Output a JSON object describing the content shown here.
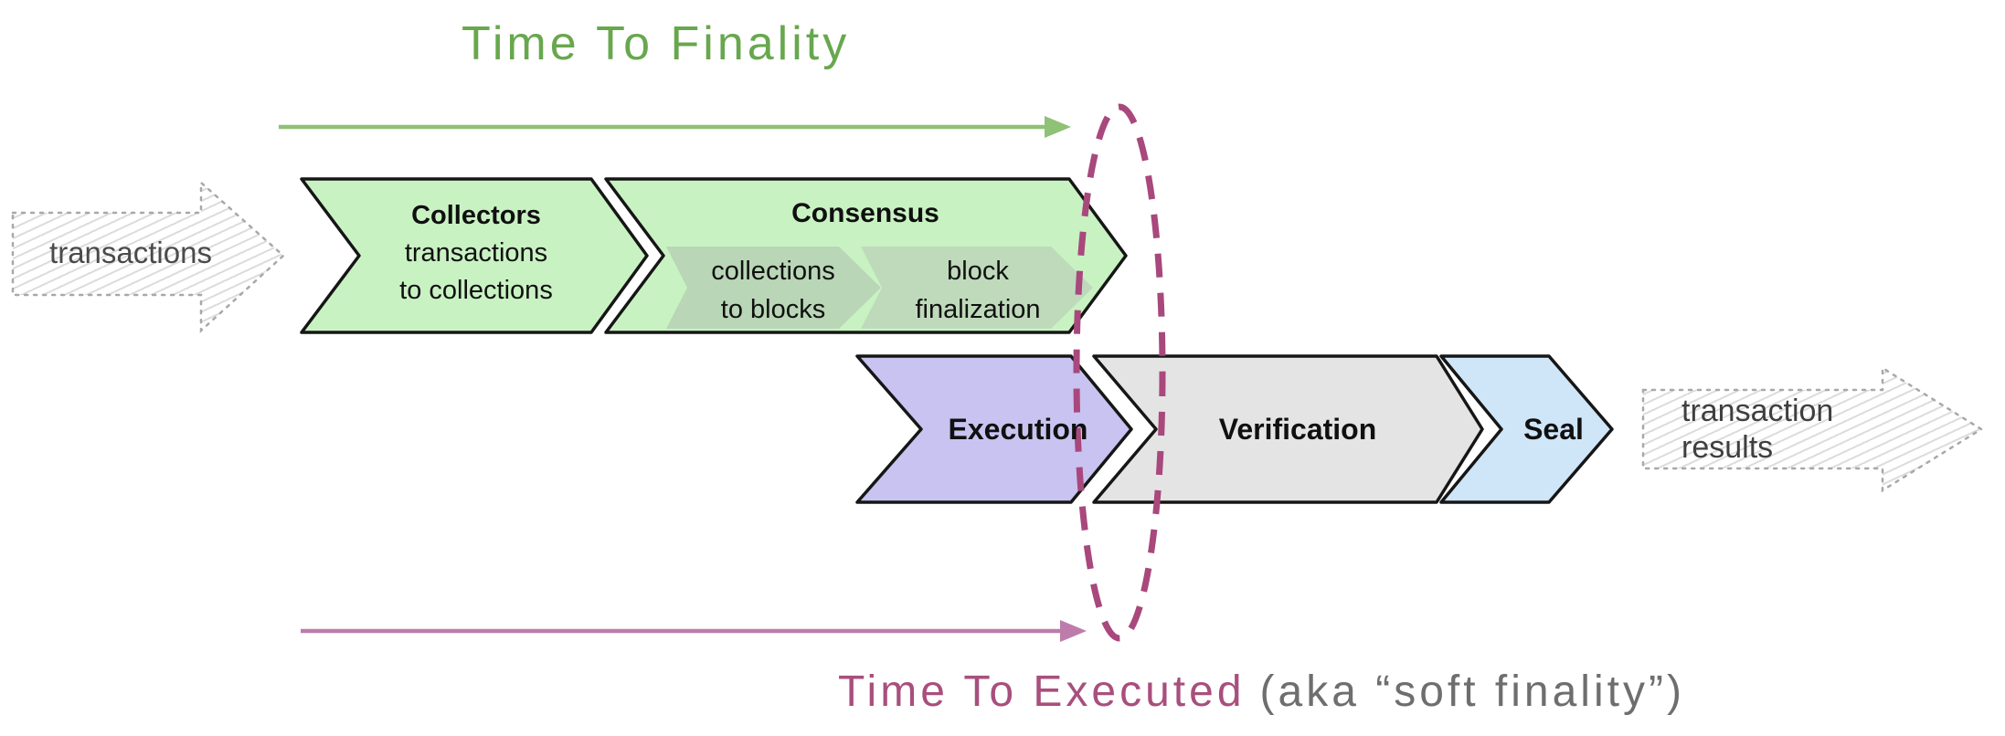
{
  "diagram": {
    "top_timeline": {
      "label": "Time To Finality"
    },
    "bottom_timeline": {
      "label_main": "Time To Executed",
      "label_note": "(aka “soft finality”)"
    },
    "input_arrow": {
      "label": "transactions"
    },
    "output_arrow": {
      "line1": "transaction",
      "line2": "results"
    },
    "stages": {
      "collectors": {
        "title": "Collectors",
        "line1": "transactions",
        "line2": "to collections"
      },
      "consensus": {
        "title": "Consensus"
      },
      "consensus_sub1": {
        "line1": "collections",
        "line2": "to blocks"
      },
      "consensus_sub2": {
        "line1": "block",
        "line2": "finalization"
      },
      "execution": {
        "title": "Execution"
      },
      "verification": {
        "title": "Verification"
      },
      "seal": {
        "title": "Seal"
      }
    },
    "colors": {
      "title_green": "#68a74e",
      "arrow_green": "#8fc177",
      "stage_green": "#c9f2c3",
      "stage_subgreen1": "#b9d6b6",
      "stage_subgreen2": "#bedabb",
      "stage_purple": "#c9c3f1",
      "stage_gray": "#e4e4e4",
      "stage_blue": "#cfe5f8",
      "stage_border": "#161616",
      "ellipse_magenta": "#a8487c",
      "arrow_pink": "#bd7cab",
      "title_magenta": "#a84f7d",
      "note_gray": "#6e6e6e",
      "sketch_outline": "#a8a8a8"
    }
  }
}
